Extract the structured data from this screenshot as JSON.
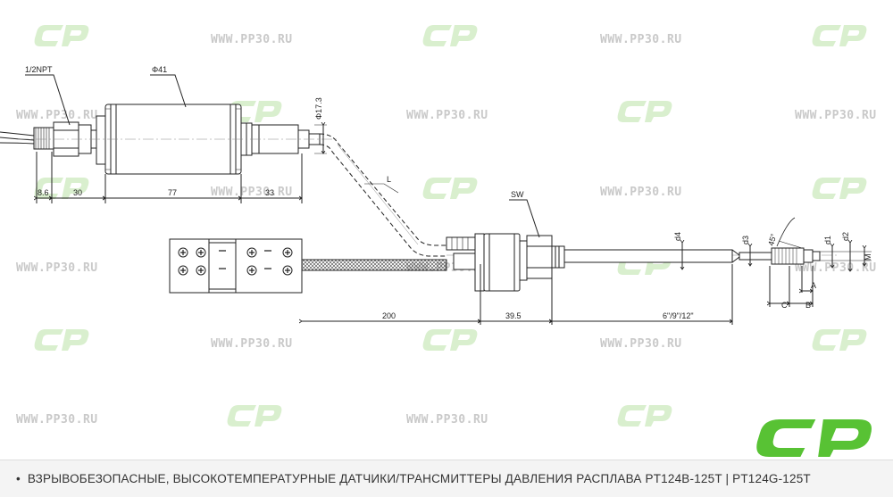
{
  "watermark": {
    "site": "WWW.PP30.RU"
  },
  "dimensions": {
    "thread": "1/2NPT",
    "body_diameter": "Φ41",
    "diameter_2": "Φ17.3",
    "d_86": "8.6",
    "d_30": "30",
    "d_77": "77",
    "d_33": "33",
    "cable": "L",
    "wrench": "SW",
    "d_200": "200",
    "d_395": "39.5",
    "stem_length": "6\"/9\"/12\"",
    "d4": "d4",
    "d3": "d3",
    "d1": "d1",
    "d2": "d2",
    "angle": "45°",
    "A": "A",
    "B": "B",
    "C": "C",
    "M": "M"
  },
  "footer": {
    "bullet": "•",
    "caption": "ВЗРЫВОБЕЗОПАСНЫЕ, ВЫСОКОТЕМПЕРАТУРНЫЕ ДАТЧИКИ/ТРАНСМИТТЕРЫ ДАВЛЕНИЯ РАСПЛАВА PT124B-125T | PT124G-125T"
  },
  "colors": {
    "logo_green": "#58c234",
    "watermark": "#c9c9c9",
    "line": "#222222"
  }
}
